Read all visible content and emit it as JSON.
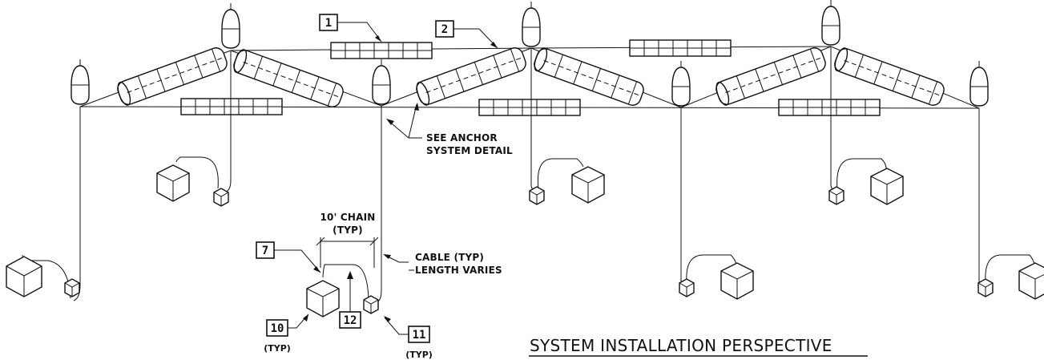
{
  "diagram": {
    "title": "SYSTEM INSTALLATION PERSPECTIVE",
    "annotations": {
      "anchor_note_line1": "SEE ANCHOR",
      "anchor_note_line2": "SYSTEM DETAIL",
      "chain_line1": "10' CHAIN",
      "chain_line2": "(TYP)",
      "cable_line1": "CABLE (TYP)",
      "cable_line2": "LENGTH VARIES"
    },
    "callouts": [
      {
        "id": "1",
        "typ": ""
      },
      {
        "id": "2",
        "typ": ""
      },
      {
        "id": "7",
        "typ": ""
      },
      {
        "id": "10",
        "typ": "(TYP)"
      },
      {
        "id": "12",
        "typ": ""
      },
      {
        "id": "11",
        "typ": "(TYP)"
      }
    ]
  }
}
